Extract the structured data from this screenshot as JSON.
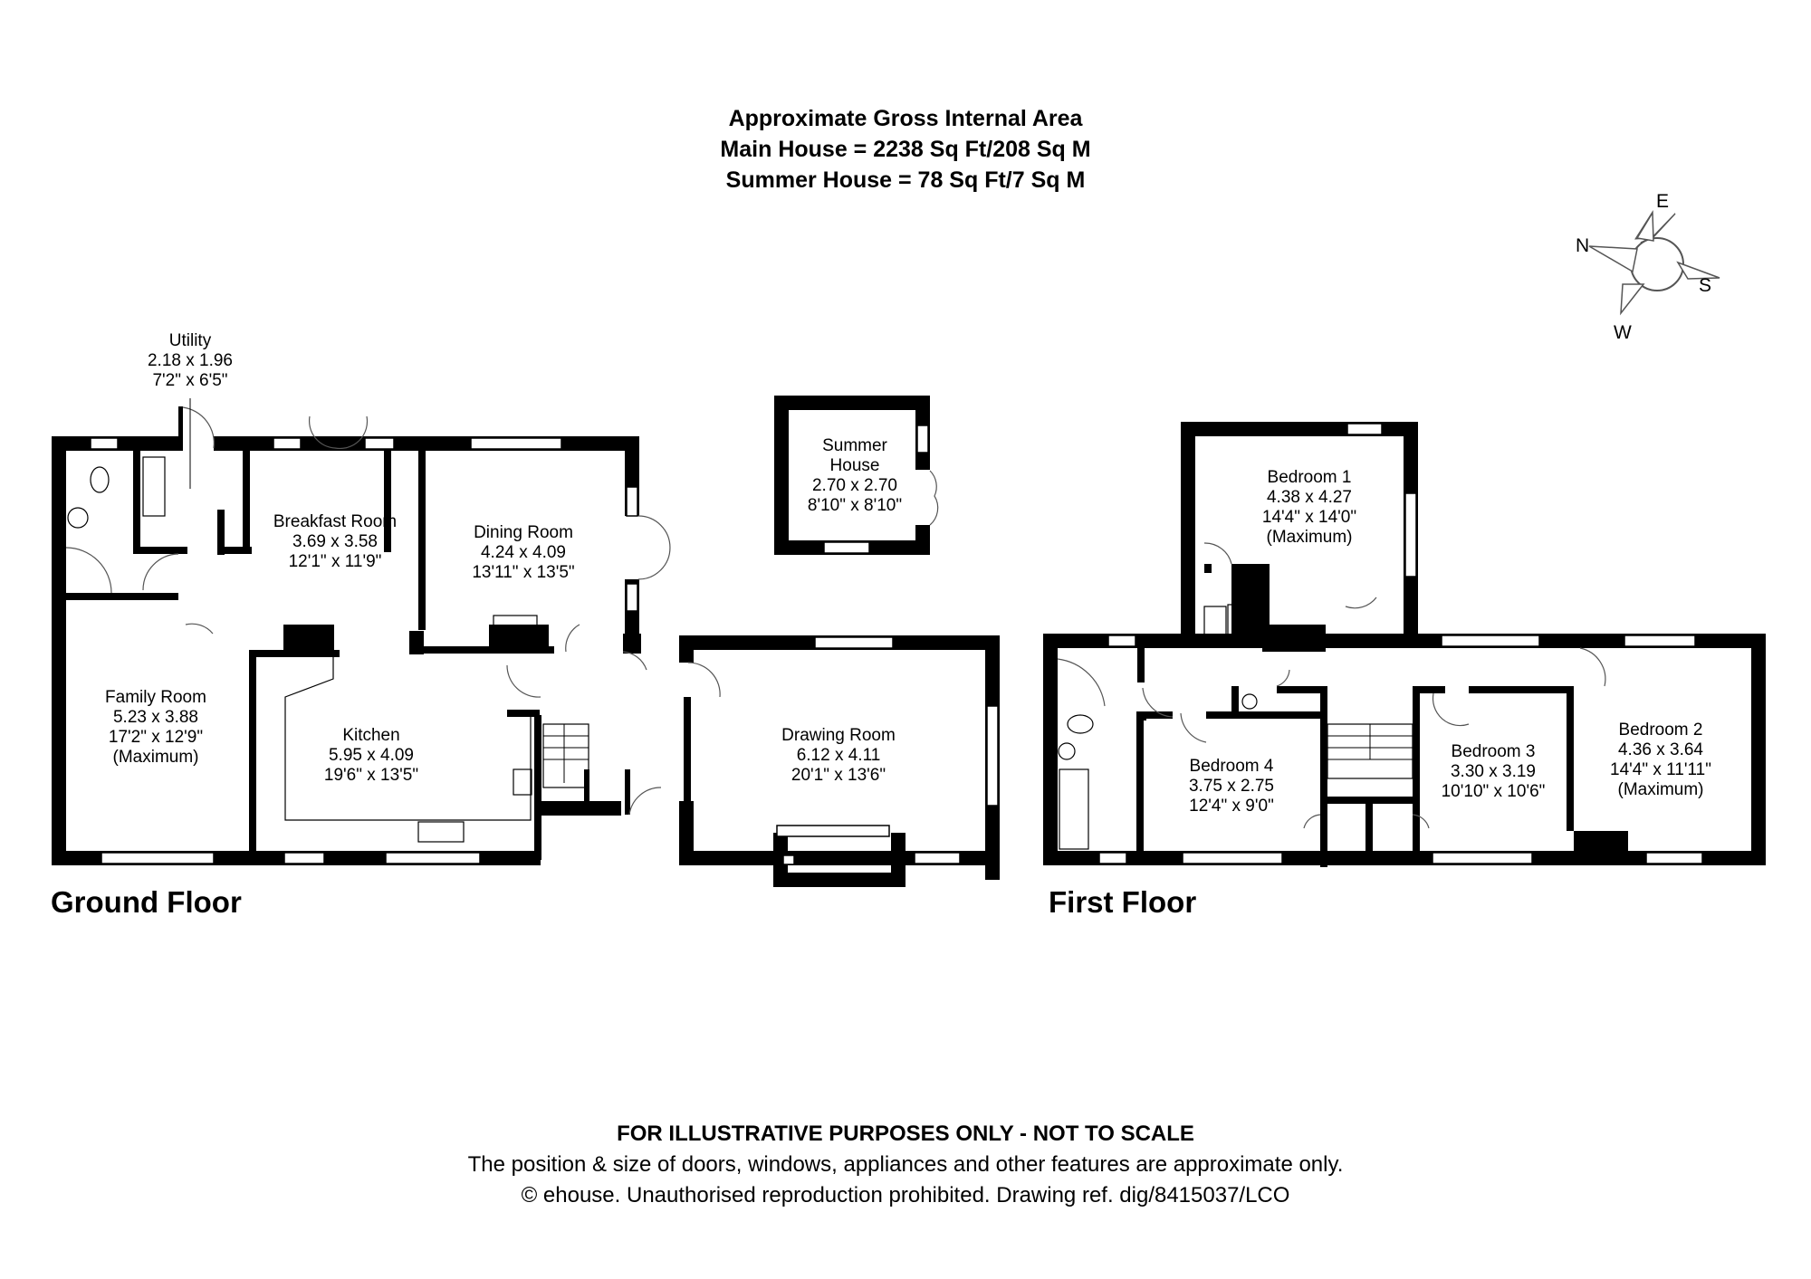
{
  "header": {
    "line1": "Approximate Gross Internal Area",
    "line2": "Main House = 2238 Sq Ft/208 Sq M",
    "line3": "Summer House = 78 Sq Ft/7 Sq M"
  },
  "compass": {
    "n": "N",
    "e": "E",
    "s": "S",
    "w": "W"
  },
  "floors": {
    "ground": {
      "title": "Ground Floor",
      "rooms": {
        "utility": {
          "name": "Utility",
          "metric": "2.18 x 1.96",
          "imperial": "7'2\" x 6'5\""
        },
        "breakfast": {
          "name": "Breakfast Room",
          "metric": "3.69 x 3.58",
          "imperial": "12'1\" x 11'9\""
        },
        "dining": {
          "name": "Dining Room",
          "metric": "4.24 x 4.09",
          "imperial": "13'11\" x 13'5\""
        },
        "family": {
          "name": "Family Room",
          "metric": "5.23 x 3.88",
          "imperial": "17'2\" x 12'9\"",
          "note": "(Maximum)"
        },
        "kitchen": {
          "name": "Kitchen",
          "metric": "5.95 x 4.09",
          "imperial": "19'6\" x 13'5\""
        },
        "drawing": {
          "name": "Drawing Room",
          "metric": "6.12 x 4.11",
          "imperial": "20'1\" x 13'6\""
        }
      }
    },
    "summer": {
      "rooms": {
        "summer_house": {
          "name": "Summer",
          "name2": "House",
          "metric": "2.70 x 2.70",
          "imperial": "8'10\" x 8'10\""
        }
      }
    },
    "first": {
      "title": "First Floor",
      "rooms": {
        "bedroom1": {
          "name": "Bedroom 1",
          "metric": "4.38 x 4.27",
          "imperial": "14'4\" x 14'0\"",
          "note": "(Maximum)"
        },
        "bedroom2": {
          "name": "Bedroom 2",
          "metric": "4.36 x 3.64",
          "imperial": "14'4\" x 11'11\"",
          "note": "(Maximum)"
        },
        "bedroom3": {
          "name": "Bedroom 3",
          "metric": "3.30 x 3.19",
          "imperial": "10'10\" x 10'6\""
        },
        "bedroom4": {
          "name": "Bedroom 4",
          "metric": "3.75 x 2.75",
          "imperial": "12'4\" x 9'0\""
        }
      }
    }
  },
  "footer": {
    "disclaimer": "FOR ILLUSTRATIVE PURPOSES ONLY - NOT TO SCALE",
    "note": "The position & size of doors, windows, appliances and other features are approximate only.",
    "copyright": "© ehouse. Unauthorised reproduction prohibited. Drawing ref. dig/8415037/LCO"
  }
}
